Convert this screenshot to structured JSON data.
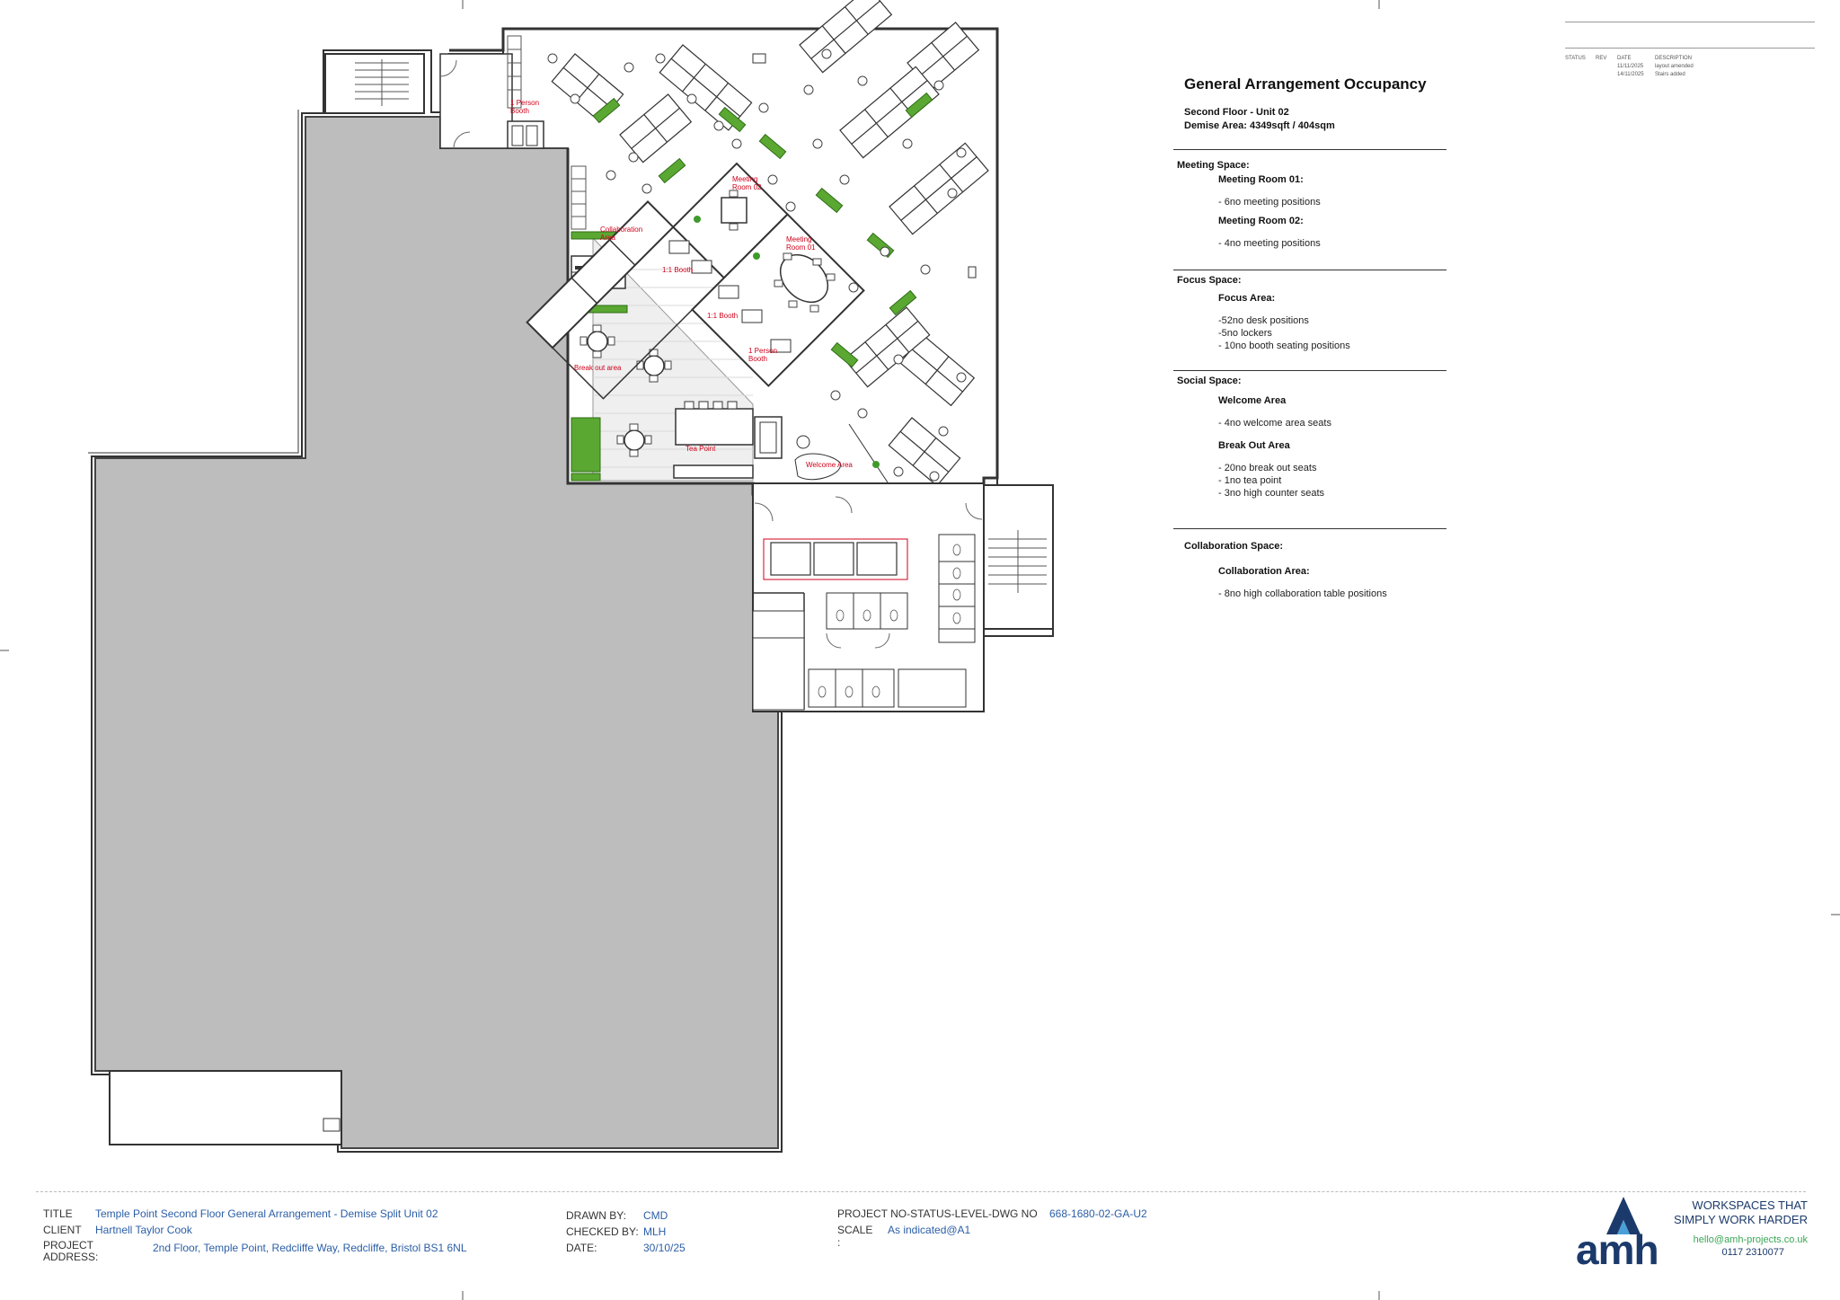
{
  "schedule": {
    "title": "General Arrangement Occupancy",
    "floor": "Second Floor - Unit 02",
    "demise": "Demise Area: 4349sqft / 404sqm",
    "sections": [
      {
        "heading": "Meeting Space:",
        "groups": [
          {
            "name": "Meeting Room 01:",
            "items": [
              "- 6no meeting positions"
            ]
          },
          {
            "name": "Meeting Room 02:",
            "items": [
              "- 4no meeting positions"
            ]
          }
        ]
      },
      {
        "heading": "Focus Space:",
        "groups": [
          {
            "name": "Focus Area:",
            "items": [
              "-52no desk positions",
              "-5no lockers",
              "- 10no booth seating positions"
            ]
          }
        ]
      },
      {
        "heading": "Social Space:",
        "groups": [
          {
            "name": "Welcome Area",
            "items": [
              "- 4no welcome area seats"
            ]
          },
          {
            "name": "Break Out Area",
            "items": [
              "- 20no break out seats",
              "- 1no tea point",
              "- 3no high counter seats"
            ]
          }
        ]
      },
      {
        "heading": "Collaboration Space:",
        "groups": [
          {
            "name": "Collaboration Area:",
            "items": [
              "- 8no high collaboration table positions"
            ]
          }
        ]
      }
    ]
  },
  "revisions": {
    "headers": [
      "STATUS",
      "REV",
      "DATE",
      "DESCRIPTION"
    ],
    "rows": [
      {
        "date": "11/11/2025",
        "desc": "layout amended"
      },
      {
        "date": "14/11/2025",
        "desc": "Stairs added"
      }
    ]
  },
  "plan_labels": {
    "person_booth_top": "1 Person\nBooth",
    "meeting_room_02": "Meeting\nRoom 02",
    "meeting_room_01": "Meeting\nRoom 01",
    "collaboration_area": "Collaboration\nArea",
    "booth_1": "1:1 Booth",
    "booth_2": "1:1 Booth",
    "person_booth_mid": "1 Person\nBooth",
    "break_out_area": "Break out area",
    "tea_point": "Tea Point",
    "welcome_area": "Welcome Area"
  },
  "title_block": {
    "title_label": "TITLE",
    "title": "Temple Point Second Floor General Arrangement - Demise Split Unit 02",
    "client_label": "CLIENT",
    "client": "Hartnell Taylor Cook",
    "address_label": "PROJECT\nADDRESS:",
    "address": "2nd Floor, Temple Point, Redcliffe Way, Redcliffe, Bristol BS1 6NL",
    "drawn_label": "DRAWN BY:",
    "drawn": "CMD",
    "checked_label": "CHECKED BY:",
    "checked": "MLH",
    "date_label": "DATE:",
    "date": "30/10/25",
    "projno_label": "PROJECT NO-STATUS-LEVEL-DWG NO",
    "projno": "668-1680-02-GA-U2",
    "scale_label": "SCALE",
    "scale": "As indicated@A1",
    "colon": ":"
  },
  "branding": {
    "logo_text": "amh",
    "tagline1": "WORKSPACES THAT",
    "tagline2": "SIMPLY WORK HARDER",
    "email": "hello@amh-projects.co.uk",
    "phone": "0117 2310077",
    "logo_color": "#1b3a6b",
    "accent_color": "#4a9fd8",
    "email_color": "#3aa655"
  }
}
